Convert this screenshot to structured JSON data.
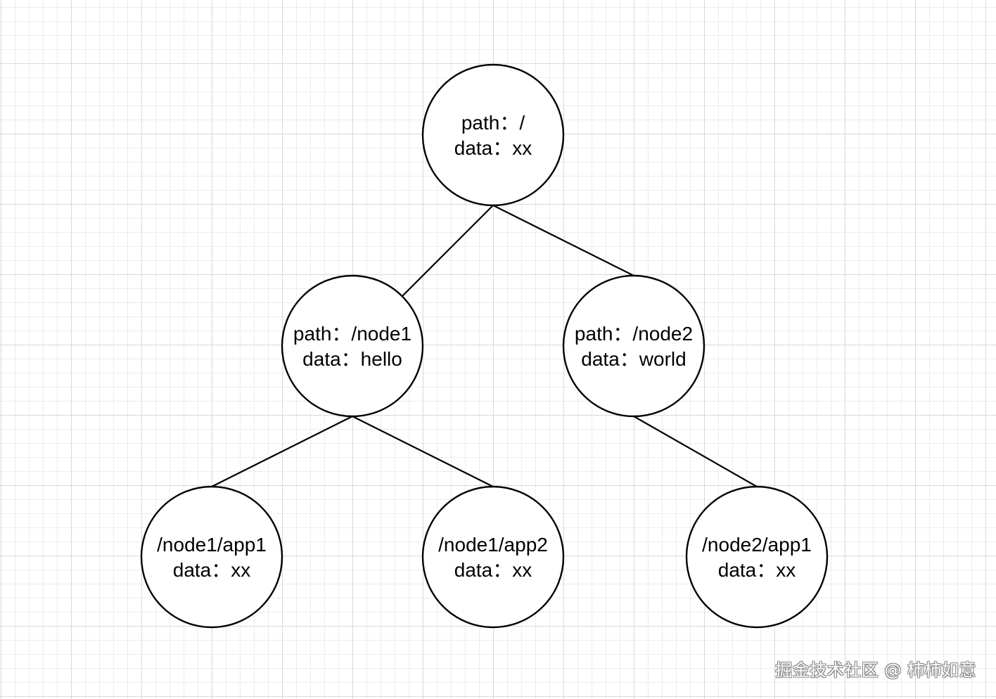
{
  "diagram": {
    "nodes": {
      "root": {
        "line1": "path：/",
        "line2": "data：xx"
      },
      "node1": {
        "line1": "path：/node1",
        "line2": "data：hello"
      },
      "node2": {
        "line1": "path：/node2",
        "line2": "data：world"
      },
      "node1_app1": {
        "line1": "/node1/app1",
        "line2": "data：xx"
      },
      "node1_app2": {
        "line1": "/node1/app2",
        "line2": "data：xx"
      },
      "node2_app1": {
        "line1": "/node2/app1",
        "line2": "data：xx"
      }
    },
    "edges": [
      {
        "from": "root",
        "to": "node1"
      },
      {
        "from": "root",
        "to": "node2"
      },
      {
        "from": "node1",
        "to": "node1_app1"
      },
      {
        "from": "node1",
        "to": "node1_app2"
      },
      {
        "from": "node2",
        "to": "node2_app1"
      }
    ]
  },
  "watermark": "掘金技术社区 @ 柿柿如意"
}
